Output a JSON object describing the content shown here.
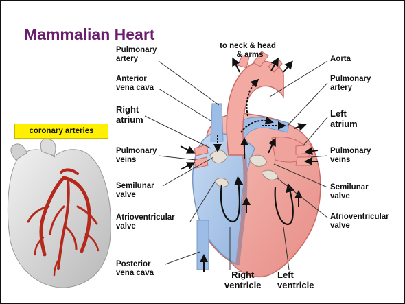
{
  "title": "Mammalian Heart",
  "coronary_label": "coronary arteries",
  "labels": {
    "pulmonary_artery_left": [
      "Pulmonary",
      "artery"
    ],
    "to_neck": [
      "to neck & head",
      "& arms"
    ],
    "aorta": "Aorta",
    "pulmonary_artery_right": [
      "Pulmonary",
      "artery"
    ],
    "anterior_vena_cava": [
      "Anterior",
      "vena cava"
    ],
    "right_atrium": [
      "Right",
      "atrium"
    ],
    "left_atrium": [
      "Left",
      "atrium"
    ],
    "pulmonary_veins_left": [
      "Pulmonary",
      "veins"
    ],
    "pulmonary_veins_right": [
      "Pulmonary",
      "veins"
    ],
    "semilunar_left": [
      "Semilunar",
      "valve"
    ],
    "semilunar_right": [
      "Semilunar",
      "valve"
    ],
    "av_valve_left": [
      "Atrioventricular",
      "valve"
    ],
    "av_valve_right": [
      "Atrioventricular",
      "valve"
    ],
    "posterior_vena_cava": [
      "Posterior",
      "vena cava"
    ],
    "right_ventricle": [
      "Right",
      "ventricle"
    ],
    "left_ventricle": [
      "Left",
      "ventricle"
    ]
  },
  "colors": {
    "title": "#6b1e6e",
    "badge": "#ffef00",
    "deoxygenated_blood": "#a9c6ea",
    "oxygenated_blood": "#f1a6a1",
    "coronary_artery": "#b5281c"
  }
}
